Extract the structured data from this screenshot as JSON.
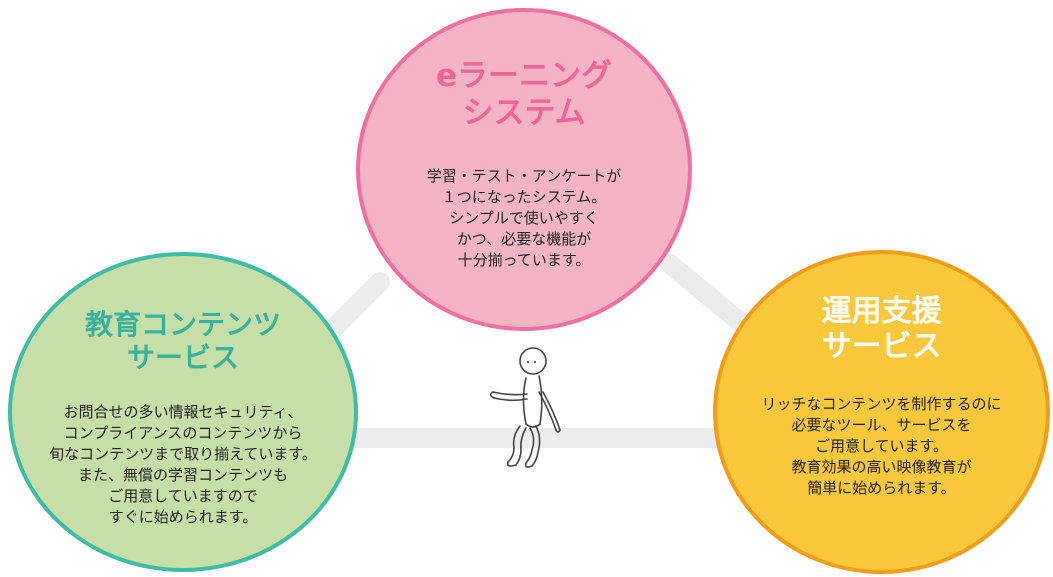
{
  "colors": {
    "elearning_fill": "#f5b3c6",
    "elearning_border": "#ef6fa0",
    "elearning_title": "#f06596",
    "content_fill": "#c5dfa6",
    "content_border": "#3ebca5",
    "content_title": "#3ab19c",
    "support_fill": "#fbc83c",
    "support_border": "#f29d19",
    "support_title": "#ffffff",
    "connector": "#ececec"
  },
  "elearning": {
    "title_lines": [
      "eラーニング",
      "システム"
    ],
    "body_lines": [
      "学習・テスト・アンケートが",
      "１つになったシステム。",
      "シンプルで使いやすく",
      "かつ、必要な機能が",
      "十分揃っています。"
    ]
  },
  "content": {
    "title_lines": [
      "教育コンテンツ",
      "サービス"
    ],
    "body_lines": [
      "お問合せの多い情報セキュリティ、",
      "コンプライアンスのコンテンツから",
      "旬なコンテンツまで取り揃えています。",
      "また、無償の学習コンテンツも",
      "ご用意していますので",
      "すぐに始められます。"
    ]
  },
  "support": {
    "title_lines": [
      "運用支援",
      "サービス"
    ],
    "body_lines": [
      "リッチなコンテンツを制作するのに",
      "必要なツール、サービスを",
      "ご用意しています。",
      "教育効果の高い映像教育が",
      "簡単に始められます。"
    ]
  },
  "figure_icon": "seated-stick-figure-icon"
}
